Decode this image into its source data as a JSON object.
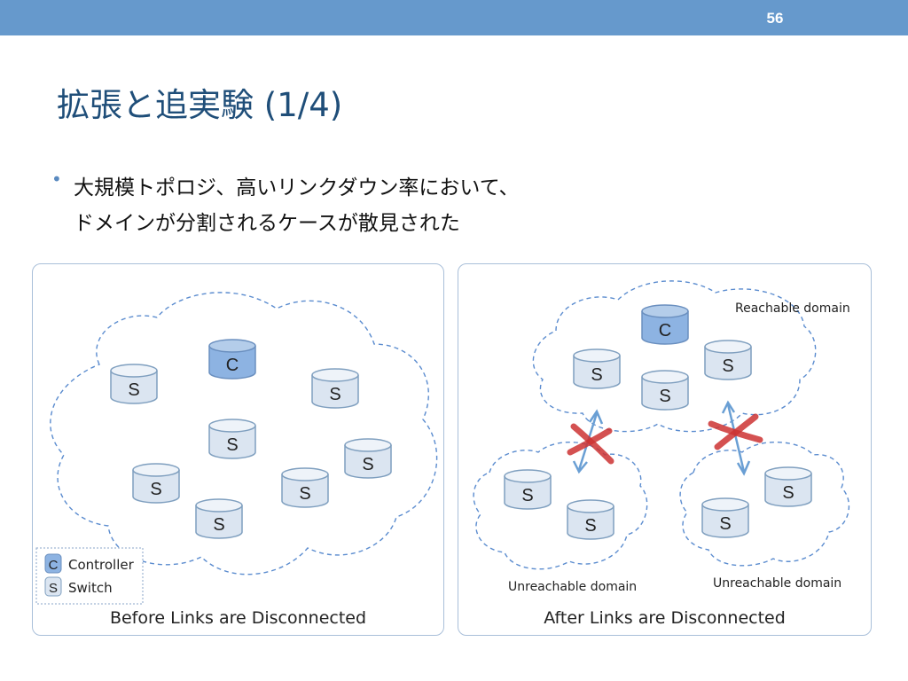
{
  "header": {
    "page_number": "56",
    "accent_color": "#6699cc"
  },
  "slide": {
    "title": "拡張と追実験 (1/4)",
    "bullet_lines": [
      "大規模トポロジ、高いリンクダウン率において、",
      "ドメインが分割されるケースが散見された"
    ]
  },
  "left_panel": {
    "caption": "Before Links are Disconnected",
    "nodes": [
      "S",
      "C",
      "S",
      "S",
      "S",
      "S",
      "S",
      "S"
    ],
    "legend": {
      "controller_symbol": "C",
      "controller_label": "Controller",
      "switch_symbol": "S",
      "switch_label": "Switch"
    }
  },
  "right_panel": {
    "caption": "After Links are Disconnected",
    "reachable_label": "Reachable domain",
    "unreachable_left_label": "Unreachable domain",
    "unreachable_right_label": "Unreachable domain",
    "reachable_nodes": [
      "C",
      "S",
      "S",
      "S"
    ],
    "unreachable_left_nodes": [
      "S",
      "S"
    ],
    "unreachable_right_nodes": [
      "S",
      "S"
    ]
  },
  "colors": {
    "controller_fill": "#8db3e2",
    "switch_fill": "#dbe5f1",
    "node_stroke": "#7f9fbf",
    "cloud_stroke": "#5b8ccf",
    "arrow": "#6a9fd4",
    "cross": "#cc3333"
  }
}
